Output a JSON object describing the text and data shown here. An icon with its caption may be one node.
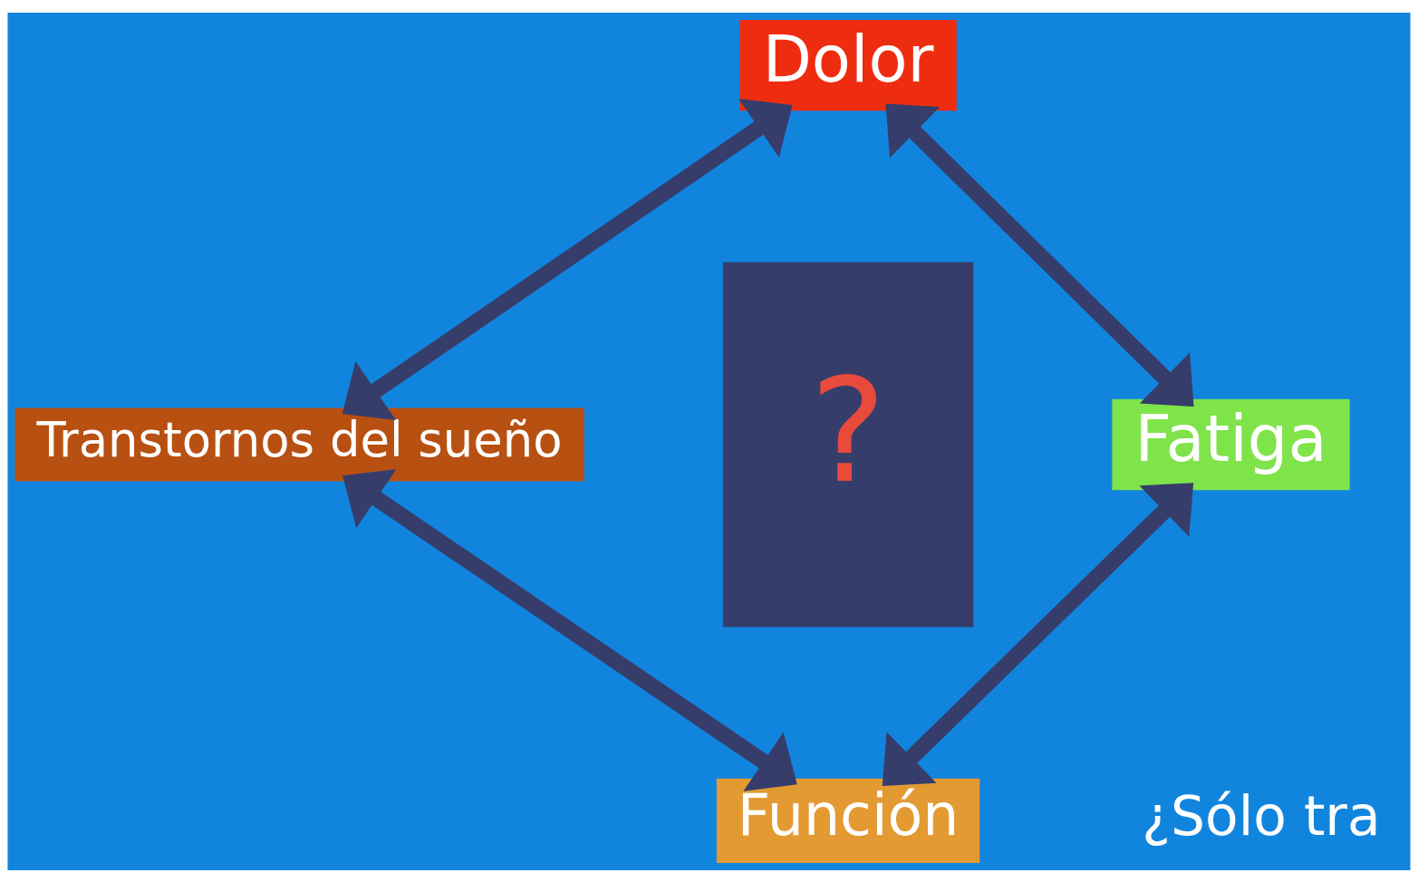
{
  "diagram": {
    "nodes": [
      {
        "text": [
          "Dolor"
        ]
      },
      {
        "text": [
          "Transtornos del sueño"
        ]
      },
      {
        "text": [
          "?"
        ]
      },
      {
        "text": [
          "Fatiga"
        ]
      },
      {
        "text": [
          "Función"
        ]
      }
    ],
    "edges": [
      {
        "from": 0,
        "to": 1,
        "arrow": "both"
      },
      {
        "from": 0,
        "to": 3,
        "arrow": "both"
      },
      {
        "from": 1,
        "to": 4,
        "arrow": "both"
      },
      {
        "from": 3,
        "to": 4,
        "arrow": "both"
      }
    ],
    "labels": [
      "¿Sólo tra"
    ]
  }
}
